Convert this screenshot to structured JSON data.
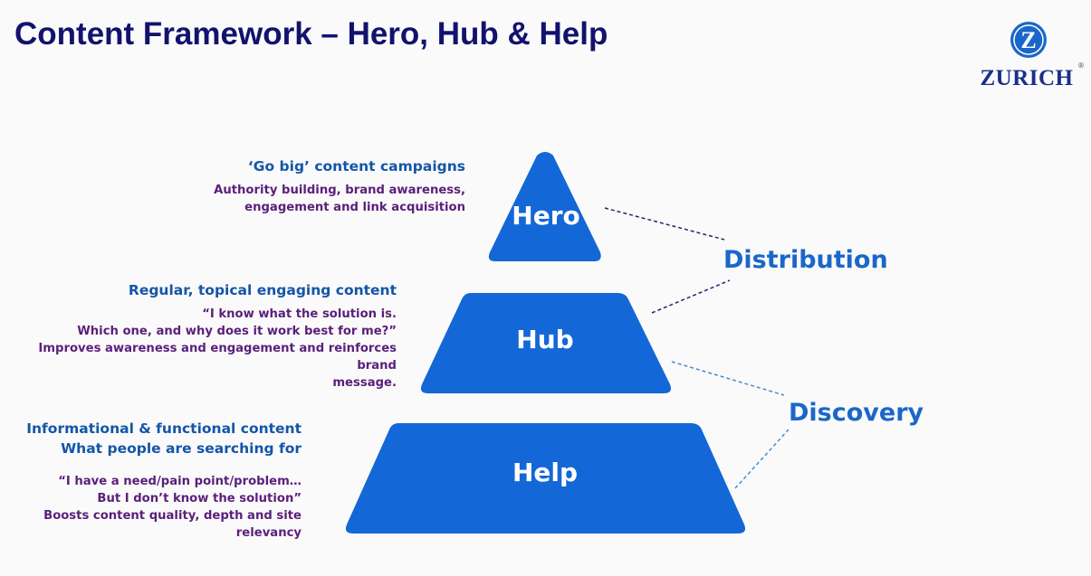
{
  "title": "Content Framework – Hero, Hub & Help",
  "brand": {
    "name": "ZURICH",
    "mark": "Z",
    "registered": "®"
  },
  "tiers": {
    "hero": {
      "label": "Hero",
      "heading": "‘Go big’ content campaigns",
      "lines": [
        "Authority building, brand awareness,",
        "engagement and link acquisition"
      ]
    },
    "hub": {
      "label": "Hub",
      "heading": "Regular, topical engaging content",
      "lines": [
        "“I know what the solution is.",
        "Which one, and why does it work best for me?”",
        "Improves awareness and engagement and reinforces brand",
        "message."
      ]
    },
    "help": {
      "label": "Help",
      "heading_lines": [
        "Informational & functional content",
        "What people are searching for"
      ],
      "lines": [
        "“I have a need/pain point/problem…",
        "But I don’t know the solution”",
        "Boosts content quality, depth and site relevancy"
      ]
    }
  },
  "channels": {
    "distribution": "Distribution",
    "discovery": "Discovery"
  },
  "colors": {
    "tier_fill": "#1467d6",
    "title": "#12126e",
    "heading": "#1356a8",
    "body": "#5a1f7a",
    "channel": "#1b67c9",
    "distribution_line": "#1a2a6e",
    "discovery_line": "#4a8ccf"
  }
}
